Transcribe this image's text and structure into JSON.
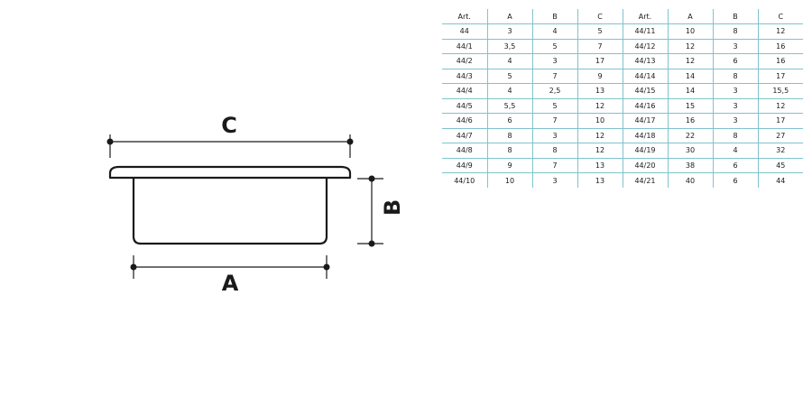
{
  "diagram": {
    "labels": {
      "c": "C",
      "b": "B",
      "a": "A"
    }
  },
  "table": {
    "headers": [
      "Art.",
      "A",
      "B",
      "C",
      "Art.",
      "A",
      "B",
      "C"
    ],
    "rows": [
      [
        "44",
        "3",
        "4",
        "5",
        "44/11",
        "10",
        "8",
        "12"
      ],
      [
        "44/1",
        "3,5",
        "5",
        "7",
        "44/12",
        "12",
        "3",
        "16"
      ],
      [
        "44/2",
        "4",
        "3",
        "17",
        "44/13",
        "12",
        "6",
        "16"
      ],
      [
        "44/3",
        "5",
        "7",
        "9",
        "44/14",
        "14",
        "8",
        "17"
      ],
      [
        "44/4",
        "4",
        "2,5",
        "13",
        "44/15",
        "14",
        "3",
        "15,5"
      ],
      [
        "44/5",
        "5,5",
        "5",
        "12",
        "44/16",
        "15",
        "3",
        "12"
      ],
      [
        "44/6",
        "6",
        "7",
        "10",
        "44/17",
        "16",
        "3",
        "17"
      ],
      [
        "44/7",
        "8",
        "3",
        "12",
        "44/18",
        "22",
        "8",
        "27"
      ],
      [
        "44/8",
        "8",
        "8",
        "12",
        "44/19",
        "30",
        "4",
        "32"
      ],
      [
        "44/9",
        "9",
        "7",
        "13",
        "44/20",
        "38",
        "6",
        "45"
      ],
      [
        "44/10",
        "10",
        "3",
        "13",
        "44/21",
        "40",
        "6",
        "44"
      ]
    ]
  },
  "colors": {
    "line": "#1a1a1a",
    "grid": "#7fc3cd"
  }
}
